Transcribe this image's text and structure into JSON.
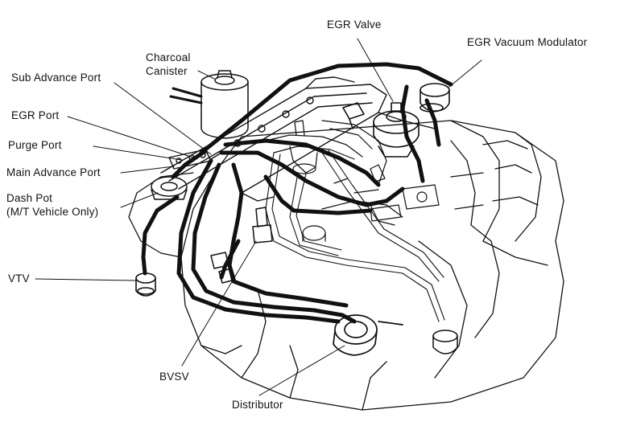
{
  "labels": {
    "charcoal_canister": [
      "Charcoal",
      "Canister"
    ],
    "sub_advance_port": "Sub Advance Port",
    "egr_port": "EGR Port",
    "purge_port": "Purge Port",
    "main_advance_port": "Main Advance Port",
    "dash_pot": [
      "Dash Pot",
      "(M/T Vehicle Only)"
    ],
    "vtv": "VTV",
    "egr_valve": "EGR Valve",
    "egr_vacuum_modulator": "EGR Vacuum Modulator",
    "bvsv": "BVSV",
    "distributor": "Distributor"
  },
  "colors": {
    "ink": "#111111",
    "background": "#ffffff"
  }
}
